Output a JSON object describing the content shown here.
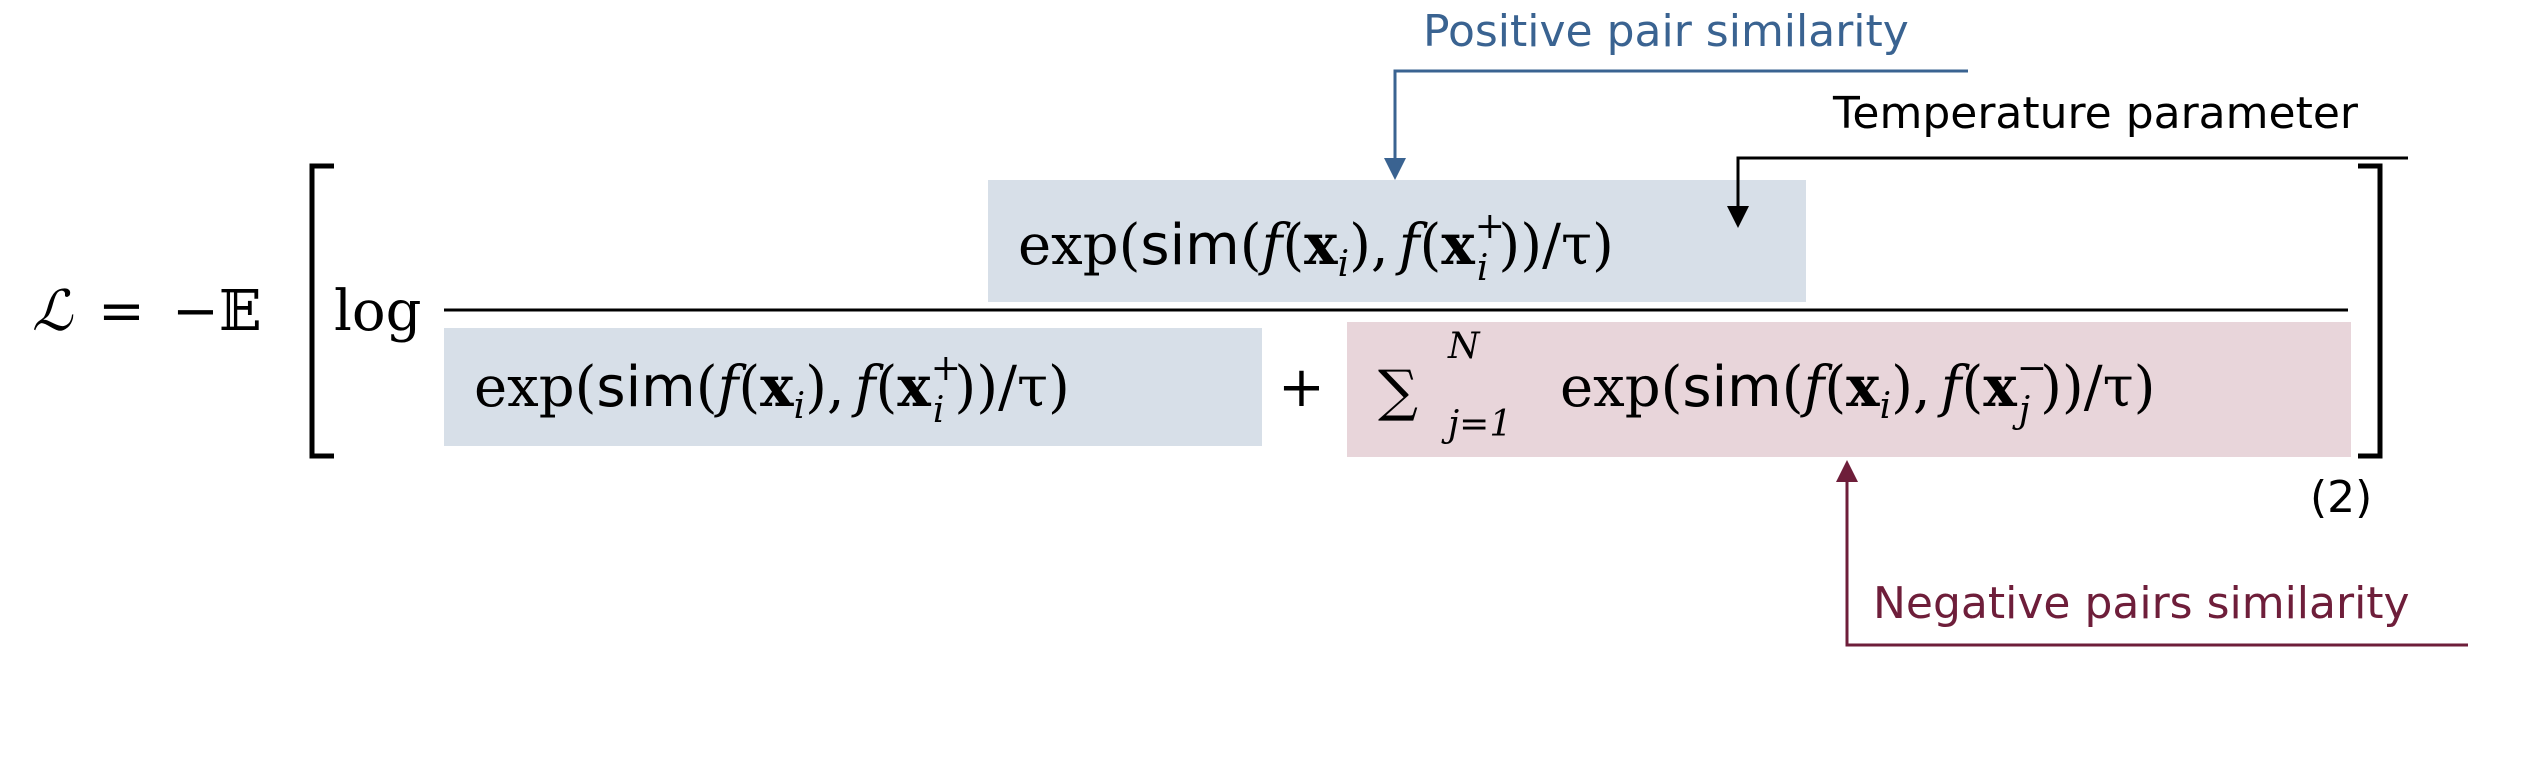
{
  "colors": {
    "positive": "#3a6391",
    "positive_box": "#d7dfe8",
    "negative": "#6e1e3a",
    "negative_box": "#e8d5da",
    "ink": "#000000"
  },
  "annotations": {
    "positive": "Positive pair similarity",
    "temperature": "Temperature parameter",
    "negative": "Negative pairs similarity"
  },
  "equation": {
    "lhs_L": "ℒ",
    "equals": "=",
    "minus_E": "−𝔼",
    "log": "log",
    "numerator": {
      "exp": "exp(",
      "sim": "sim",
      "open": "(",
      "f1": "f",
      "paren1": "(",
      "x1": "x",
      "i1": "i",
      "close1": "),",
      "f2": "f",
      "paren2": "(",
      "x2": "x",
      "sup2": "+",
      "i2": "i",
      "tail": "))/τ)"
    },
    "denominator_positive": {
      "exp": "exp(",
      "sim": "sim",
      "open": "(",
      "f1": "f",
      "paren1": "(",
      "x1": "x",
      "i1": "i",
      "close1": "),",
      "f2": "f",
      "paren2": "(",
      "x2": "x",
      "sup2": "+",
      "i2": "i",
      "tail": "))/τ)"
    },
    "plus": "+",
    "denominator_negative": {
      "sum": "∑",
      "upper": "N",
      "lower": "j=1",
      "exp": "exp(",
      "sim": "sim",
      "open": "(",
      "f1": "f",
      "paren1": "(",
      "x1": "x",
      "i1": "i",
      "close1": "),",
      "f2": "f",
      "paren2": "(",
      "x2": "x",
      "sup2": "−",
      "j2": "j",
      "tail": "))/τ)"
    },
    "number": "(2)"
  }
}
